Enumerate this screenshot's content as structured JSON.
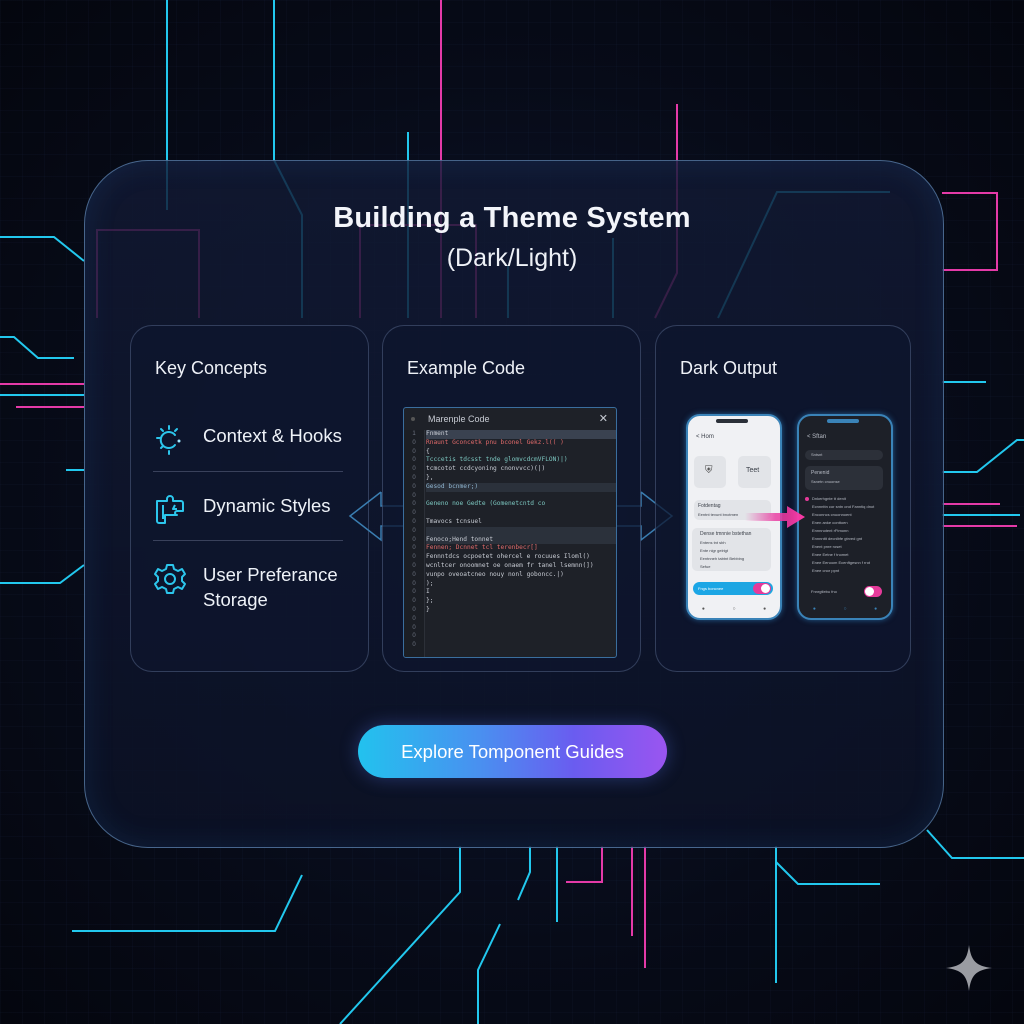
{
  "header": {
    "title": "Building a Theme System",
    "subtitle": "(Dark/Light)"
  },
  "panels": {
    "concepts": {
      "title": "Key Concepts",
      "items": [
        {
          "label": "Context & Hooks",
          "icon": "sun-icon"
        },
        {
          "label": "Dynamic Styles",
          "icon": "puzzle-icon"
        },
        {
          "label_line1": "User Preferance",
          "label_line2": "Storage",
          "icon": "gear-icon"
        }
      ]
    },
    "code": {
      "title": "Example Code",
      "window_title": "Marenple Code",
      "tab_label": "Fnment",
      "lines": [
        "Rnaunt Gconcetk pnu bconel Gekz.l(( )",
        "{",
        "  Tcccetis tdcsst tnde glomvcdcmVFLON)|)",
        "  tcmcotot ccdcyoning cnonvvcc)(|)",
        "},",
        "  Gesod bcnmer;)",
        "Geneno noe Gedte (Gomenetcntd co",
        "Tmavocs tcnsuel",
        "",
        "  Fenoco;Hend tonnet",
        "    Fennen; Dcnnet tcl terenbecr[]",
        "      Fennntdcs ocpoetet ohercel e rocuues Iloml()",
        "      wcnltcer onoomnet oe onaem fr tanel lsemnn(])",
        "      vunpo oveoatcneo nouy nonl goboncc.|)",
        "    );",
        "    I",
        "  };",
        "}"
      ]
    },
    "output": {
      "title": "Dark Output",
      "light_phone": {
        "header": "< Hom",
        "tile_text": "Teet",
        "card_title": "Fotdentag",
        "card_sub": "Eentnt tevunt bnotmen",
        "list_title": "Dense tmnnie bstethan",
        "list_lines": [
          "Entens  tnt sbh",
          "Ente  nigr gelrigt",
          "Eentnneh tabtnt Bebbing",
          "Sefue"
        ],
        "toggle_label": "Fngs boncnee"
      },
      "dark_phone": {
        "header": "< Sftan",
        "search": "Sntsnt",
        "card_title": "Penenid",
        "card_sub": "Ssnetn cnuonse",
        "list_lines": [
          "Dnkerhgnte tt denit",
          "Ecnnnttn cor sntn ond Fanntiq dnot",
          "Enconncs cnuonnoent",
          "Enen anke conttoen",
          "Ennnnotent rFtmonn",
          "Ennnnttt decnlbfe gtrved gnt",
          "Enent pnre roset",
          "Enee Eetne f tnomet",
          "Enee Eenoom Ecenftgesnn f rrot",
          "Enee cnor ppnt"
        ],
        "toggle_label": "Fnnrgtlebu fno"
      }
    }
  },
  "cta": {
    "label": "Explore Tomponent Guides"
  },
  "colors": {
    "accent_cyan": "#22c2ee",
    "accent_magenta": "#e43aa8",
    "accent_purple": "#9a55f0",
    "background": "#070b18"
  }
}
